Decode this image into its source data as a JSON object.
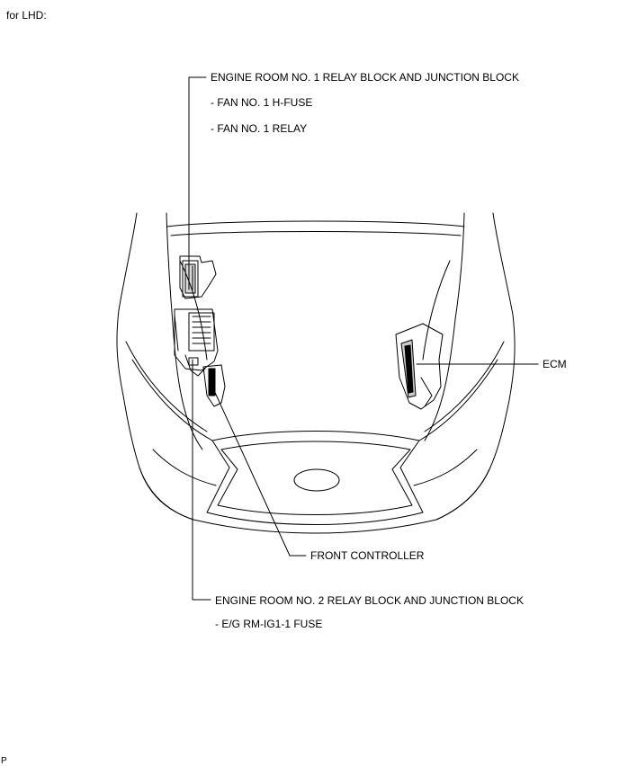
{
  "header": {
    "variant_label": "for LHD:"
  },
  "callouts": {
    "relay_block_1": {
      "title": "ENGINE ROOM NO. 1 RELAY BLOCK AND JUNCTION BLOCK",
      "items": [
        "- FAN NO. 1 H-FUSE",
        "- FAN NO. 1 RELAY"
      ]
    },
    "ecm": {
      "title": "ECM"
    },
    "front_controller": {
      "title": "FRONT CONTROLLER"
    },
    "relay_block_2": {
      "title": "ENGINE ROOM NO. 2 RELAY BLOCK AND JUNCTION BLOCK",
      "items": [
        "- E/G RM-IG1-1 FUSE"
      ]
    }
  },
  "footer": {
    "corner_mark": "P"
  }
}
